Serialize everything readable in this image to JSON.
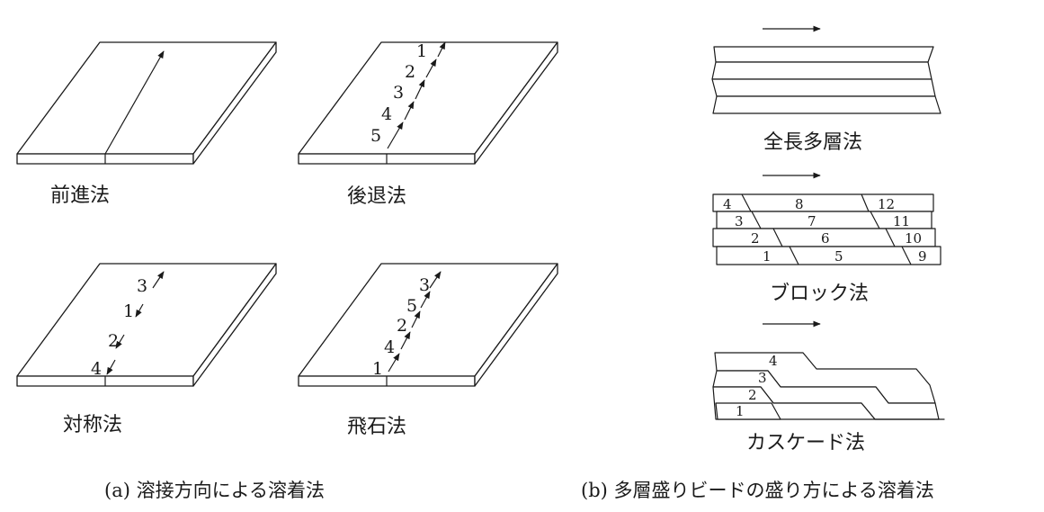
{
  "panel_a": {
    "caption": "(a) 溶接方向による溶着法",
    "methods": [
      {
        "label": "前進法",
        "numbers": []
      },
      {
        "label": "後退法",
        "numbers": [
          "1",
          "2",
          "3",
          "4",
          "5"
        ]
      },
      {
        "label": "対称法",
        "numbers": [
          "3",
          "1",
          "2",
          "4"
        ]
      },
      {
        "label": "飛石法",
        "numbers": [
          "3",
          "5",
          "2",
          "4",
          "1"
        ]
      }
    ]
  },
  "panel_b": {
    "caption": "(b) 多層盛りビードの盛り方による溶着法",
    "methods": [
      {
        "label": "全長多層法",
        "numbers": []
      },
      {
        "label": "ブロック法",
        "numbers": [
          "4",
          "8",
          "12",
          "3",
          "7",
          "11",
          "2",
          "6",
          "10",
          "1",
          "5",
          "9"
        ]
      },
      {
        "label": "カスケード法",
        "numbers": [
          "4",
          "3",
          "2",
          "1"
        ]
      }
    ]
  }
}
